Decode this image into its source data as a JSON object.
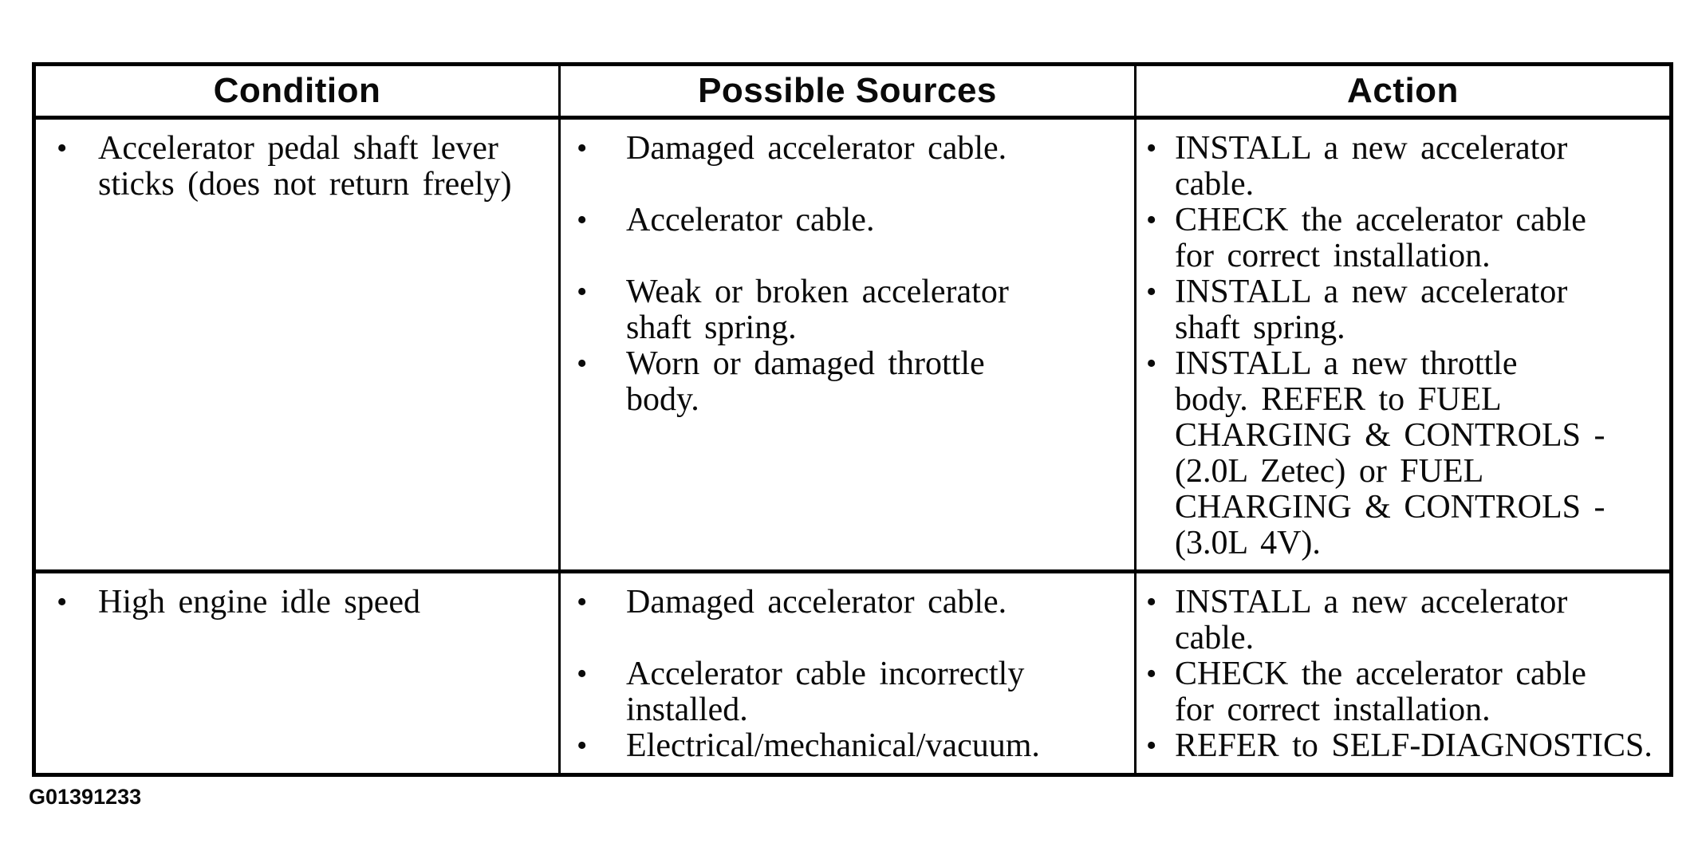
{
  "figure_label": "G01391233",
  "icons": {
    "bullet": "•"
  },
  "colors": {
    "ink": "#0a0a0a",
    "paper": "#ffffff",
    "border": "#000000"
  },
  "table": {
    "columns": [
      "Condition",
      "Possible Sources",
      "Action"
    ],
    "rows": [
      {
        "condition": [
          "Accelerator pedal shaft lever\nsticks (does not return freely)"
        ],
        "possible_sources": [
          "Damaged accelerator cable.",
          "Accelerator cable.",
          "Weak or broken accelerator\nshaft spring.",
          "Worn or damaged throttle\nbody."
        ],
        "actions": [
          "INSTALL a new accelerator\ncable.",
          "CHECK the accelerator cable\nfor correct installation.",
          "INSTALL a new accelerator\nshaft spring.",
          "INSTALL a new throttle\nbody. REFER to FUEL\nCHARGING & CONTROLS -\n(2.0L Zetec) or FUEL\nCHARGING & CONTROLS -\n(3.0L 4V)."
        ]
      },
      {
        "condition": [
          "High engine idle speed"
        ],
        "possible_sources": [
          "Damaged accelerator cable.",
          "Accelerator cable incorrectly\ninstalled.",
          "Electrical/mechanical/vacuum."
        ],
        "actions": [
          "INSTALL a new accelerator\ncable.",
          "CHECK the accelerator cable\nfor correct installation.",
          "REFER to SELF-DIAGNOSTICS."
        ]
      }
    ]
  }
}
